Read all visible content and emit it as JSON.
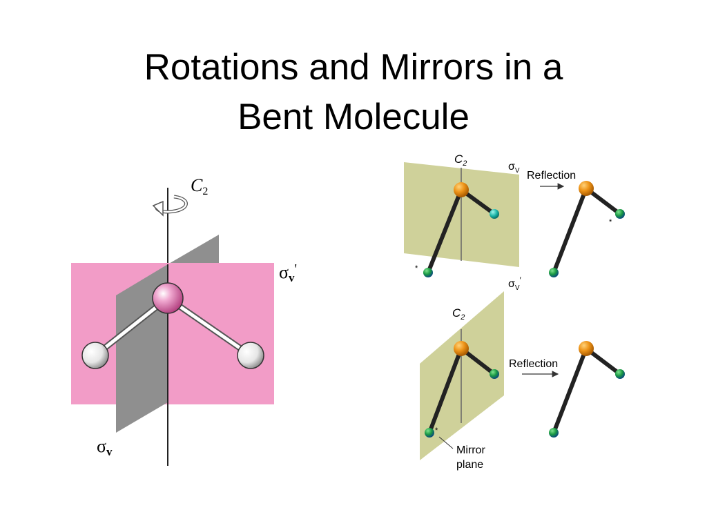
{
  "title": {
    "line1": "Rotations and Mirrors in a",
    "line2": "Bent Molecule"
  },
  "left_figure": {
    "axis_label": "C",
    "axis_label_sub": "2",
    "plane_prime_label": "σ",
    "plane_prime_sub": "v",
    "plane_prime_mark": "'",
    "plane_label": "σ",
    "plane_sub": "v",
    "colors": {
      "pink_plane": "#f29cc7",
      "gray_plane": "#8f8f8f",
      "central_atom": "#e680b8",
      "outer_atom": "#ececec"
    }
  },
  "top_right_figure": {
    "axis_label": "C",
    "axis_label_sub": "2",
    "plane_label": "σ",
    "plane_sub": "V",
    "arrow_label": "Reflection",
    "asterisk_before": "*",
    "asterisk_after": "*",
    "colors": {
      "plane": "#cfd19a",
      "central_atom": "#e88a10",
      "atom_a": "#1ab3a6",
      "atom_b": "#1a7a3a"
    }
  },
  "bottom_right_figure": {
    "axis_label": "C",
    "axis_label_sub": "2",
    "plane_label": "σ",
    "plane_sub": "V",
    "plane_mark": "′",
    "arrow_label": "Reflection",
    "asterisk": "*",
    "mirror_label_line1": "Mirror",
    "mirror_label_line2": "plane"
  }
}
